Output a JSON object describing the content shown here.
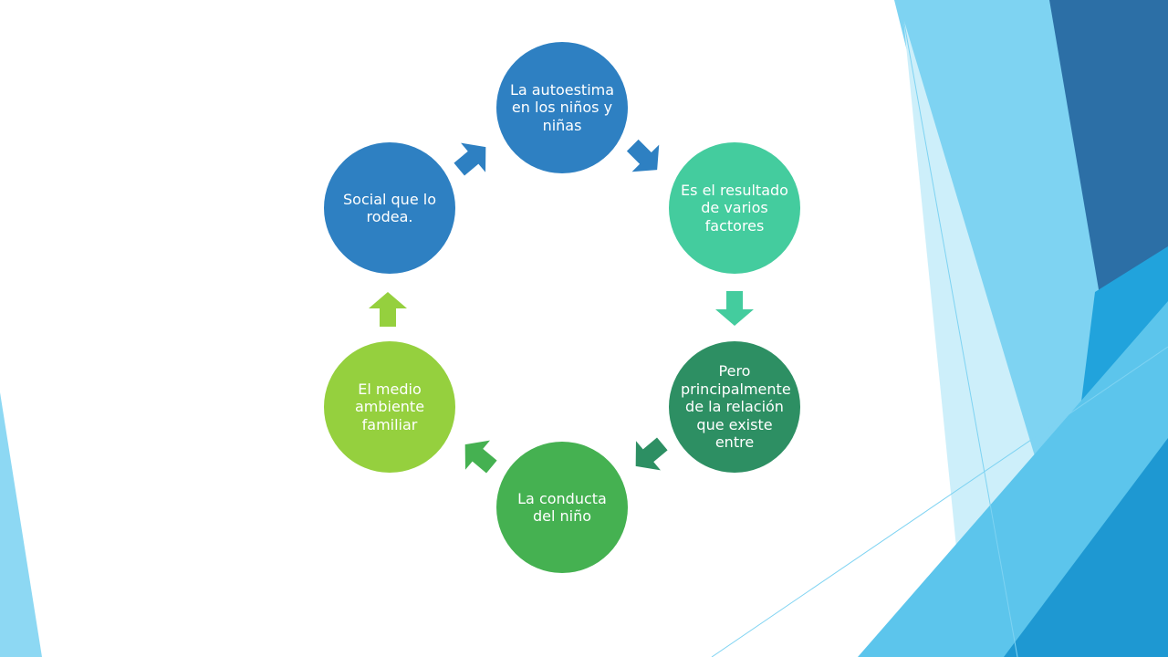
{
  "diagram": {
    "type": "cycle",
    "nodes": [
      {
        "id": "n1",
        "text": "La autoestima en los niños y niñas",
        "color": "#2E80C2"
      },
      {
        "id": "n2",
        "text": "Es el resultado de varios factores",
        "color": "#44CC9E"
      },
      {
        "id": "n3",
        "text": "Pero principalmente de la relación que existe entre",
        "color": "#2D8F63"
      },
      {
        "id": "n4",
        "text": "La conducta del niño",
        "color": "#45B151"
      },
      {
        "id": "n5",
        "text": "El medio ambiente familiar",
        "color": "#95D03E"
      },
      {
        "id": "n6",
        "text": "Social que lo rodea.",
        "color": "#2E80C2"
      }
    ],
    "arrow_colors": [
      "#2E80C2",
      "#44CC9E",
      "#2D8F63",
      "#45B151",
      "#95D03E",
      "#2E80C2"
    ]
  },
  "background": {
    "accent_colors": [
      "#2C6FA6",
      "#7ED3F2",
      "#21A3DC",
      "#5CC5EC",
      "#CDEFFA"
    ]
  }
}
